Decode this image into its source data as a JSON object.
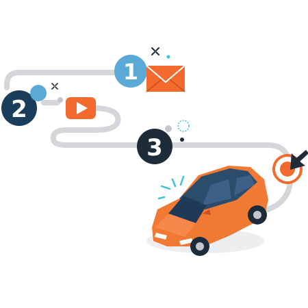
{
  "steps": [
    {
      "number": "1",
      "icon": "email-envelope-icon"
    },
    {
      "number": "2",
      "icon": "video-play-icon"
    },
    {
      "number": "3",
      "icon": "target-cursor-icon"
    }
  ],
  "illustration": {
    "subject": "orange-car-icon"
  },
  "colors": {
    "path": "#d4d6da",
    "step1": "#5aa9d6",
    "step2": "#1a3d5c",
    "step3": "#1e2b38",
    "accent": "#f26a2e",
    "car": "#f07a33",
    "window": "#2c4c6b",
    "teal": "#3cc2d6"
  }
}
